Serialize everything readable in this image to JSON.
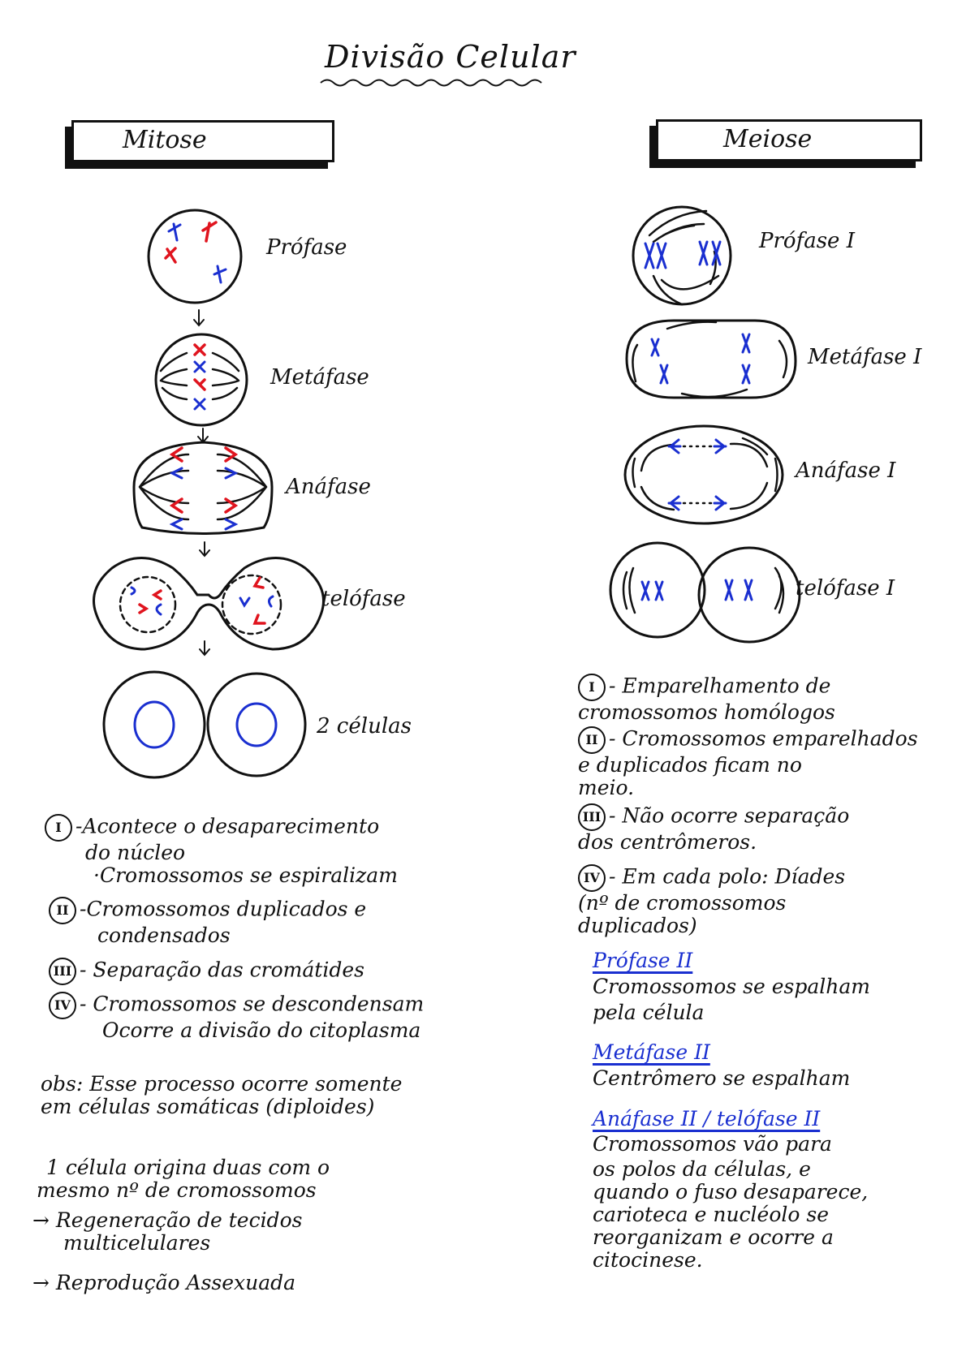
{
  "title": "Divisão Celular",
  "colors": {
    "ink": "#111111",
    "red": "#e0141e",
    "blue": "#1a2fd0",
    "paper": "#ffffff"
  },
  "mitose": {
    "header": "Mitose",
    "phases": [
      {
        "label": "Prófase"
      },
      {
        "label": "Metáfase"
      },
      {
        "label": "Anáfase"
      },
      {
        "label": "telófase"
      },
      {
        "label": "2 células"
      }
    ],
    "notes": [
      {
        "numeral": "I",
        "lines": [
          "-Acontece o desaparecimento",
          "do núcleo",
          "·Cromossomos se espiralizam"
        ]
      },
      {
        "numeral": "II",
        "lines": [
          "-Cromossomos duplicados e",
          "condensados"
        ]
      },
      {
        "numeral": "III",
        "lines": [
          "- Separação das cromátides"
        ]
      },
      {
        "numeral": "IV",
        "lines": [
          "- Cromossomos se descondensam",
          "Ocorre a divisão do citoplasma"
        ]
      }
    ],
    "obs": [
      "obs: Esse processo ocorre somente",
      "em células somáticas (diploides)"
    ],
    "summary": [
      "1 célula origina duas com o",
      "mesmo nº de cromossomos"
    ],
    "bullets": [
      {
        "arrow": "→",
        "lines": [
          "Regeneração de tecidos",
          "multicelulares"
        ]
      },
      {
        "arrow": "→",
        "lines": [
          "Reprodução Assexuada"
        ]
      }
    ]
  },
  "meiose": {
    "header": "Meiose",
    "phases": [
      {
        "label": "Prófase I"
      },
      {
        "label": "Metáfase I"
      },
      {
        "label": "Anáfase I"
      },
      {
        "label": "telófase I"
      }
    ],
    "notes": [
      {
        "numeral": "I",
        "lines": [
          "- Emparelhamento de",
          "cromossomos homólogos"
        ]
      },
      {
        "numeral": "II",
        "lines": [
          "- Cromossomos emparelhados",
          "e duplicados ficam no",
          "meio."
        ]
      },
      {
        "numeral": "III",
        "lines": [
          "- Não ocorre separação",
          "dos centrômeros."
        ]
      },
      {
        "numeral": "IV",
        "lines": [
          "- Em cada polo: Díades",
          "(nº de cromossomos",
          " duplicados)"
        ]
      }
    ],
    "phase2": [
      {
        "heading": "Prófase II",
        "lines": [
          "Cromossomos se espalham",
          "pela célula"
        ]
      },
      {
        "heading": "Metáfase II",
        "lines": [
          "Centrômero se espalham"
        ]
      },
      {
        "heading": "Anáfase II / telófase II",
        "lines": [
          "Cromossomos vão para",
          "os polos da células, e",
          "quando o fuso desaparece,",
          "carioteca e nucléolo se",
          "reorganizam e ocorre a",
          "citocinese."
        ]
      }
    ]
  }
}
